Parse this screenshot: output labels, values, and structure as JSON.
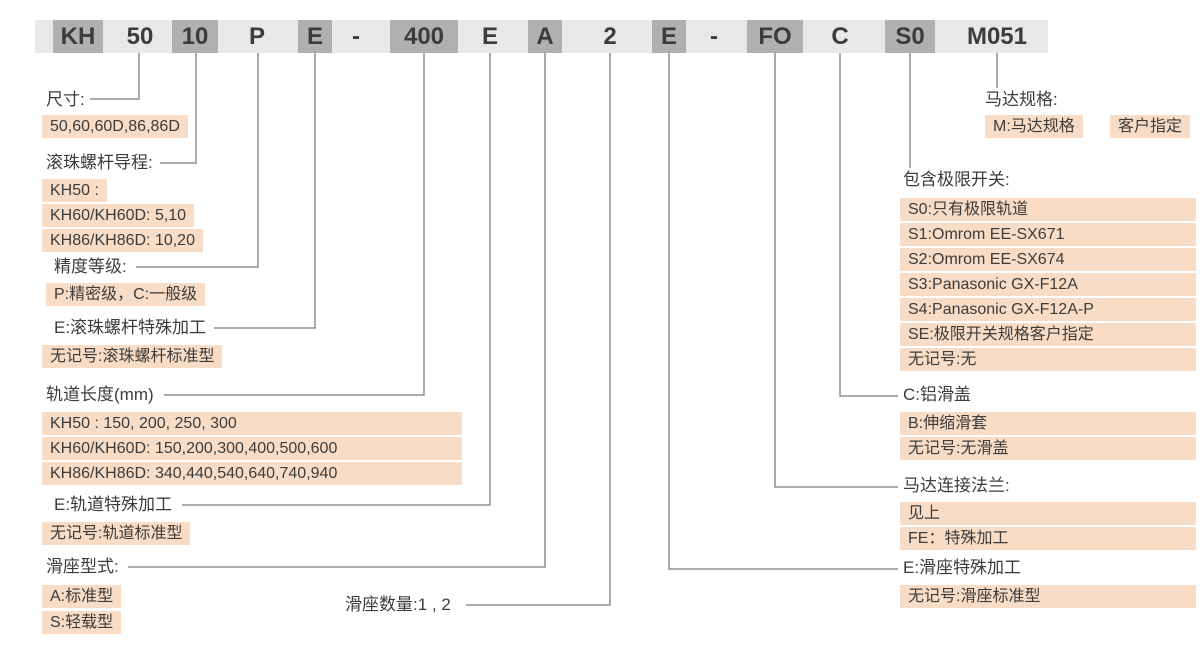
{
  "code_bar": {
    "segments": [
      {
        "text": "KH",
        "boxed": true
      },
      {
        "text": "50",
        "boxed": false
      },
      {
        "text": "10",
        "boxed": true
      },
      {
        "text": "P",
        "boxed": false
      },
      {
        "text": "E",
        "boxed": true
      },
      {
        "text": "-",
        "boxed": false
      },
      {
        "text": "400",
        "boxed": true
      },
      {
        "text": "E",
        "boxed": false
      },
      {
        "text": "A",
        "boxed": true
      },
      {
        "text": "2",
        "boxed": false
      },
      {
        "text": "E",
        "boxed": true
      },
      {
        "text": "-",
        "boxed": false
      },
      {
        "text": "FO",
        "boxed": true
      },
      {
        "text": "C",
        "boxed": false
      },
      {
        "text": "S0",
        "boxed": true
      },
      {
        "text": "M051",
        "boxed": false
      }
    ]
  },
  "left": {
    "size": {
      "label": "尺寸:",
      "options": [
        "50,60,60D,86,86D"
      ]
    },
    "lead": {
      "label": "滚珠螺杆导程:",
      "options": [
        "KH50 :",
        "KH60/KH60D: 5,10",
        "KH86/KH86D: 10,20"
      ]
    },
    "accuracy": {
      "label": "精度等级:",
      "options": [
        "P:精密级，C:一般级"
      ]
    },
    "screw_special": {
      "label": "E:滚珠螺杆特殊加工",
      "options": [
        "无记号:滚珠螺杆标准型"
      ]
    },
    "rail_length": {
      "label": "轨道长度(mm)",
      "options": [
        "KH50 : 150, 200, 250, 300",
        "KH60/KH60D: 150,200,300,400,500,600",
        "KH86/KH86D: 340,440,540,640,740,940"
      ]
    },
    "rail_special": {
      "label": "E:轨道特殊加工",
      "options": [
        "无记号:轨道标准型"
      ]
    },
    "slider_type": {
      "label": "滑座型式:",
      "options": [
        "A:标准型",
        "S:轻载型"
      ]
    },
    "slider_count": {
      "label": "滑座数量:1 , 2"
    }
  },
  "right": {
    "motor_spec": {
      "label": "马达规格:",
      "options": [
        "M:马达规格",
        "客户指定"
      ]
    },
    "limit_switch": {
      "label": "包含极限开关:",
      "options": [
        "S0:只有极限轨道",
        "S1:Omrom EE-SX671",
        "S2:Omrom EE-SX674",
        "S3:Panasonic GX-F12A",
        "S4:Panasonic GX-F12A-P",
        "SE:极限开关规格客户指定",
        "无记号:无"
      ]
    },
    "cover": {
      "label": "C:铝滑盖",
      "options": [
        "B:伸缩滑套",
        "无记号:无滑盖"
      ]
    },
    "flange": {
      "label": "马达连接法兰:",
      "options": [
        "见上",
        "FE：特殊加工"
      ]
    },
    "slider_special": {
      "label": "E:滑座特殊加工",
      "options": [
        "无记号:滑座标准型"
      ]
    }
  },
  "colors": {
    "highlight": "#f8dcc5",
    "bar_background": "#e8e8e8",
    "segment_box_background": "#b0b0b0",
    "text": "#3c3c3c",
    "line": "#8f8f8f"
  }
}
